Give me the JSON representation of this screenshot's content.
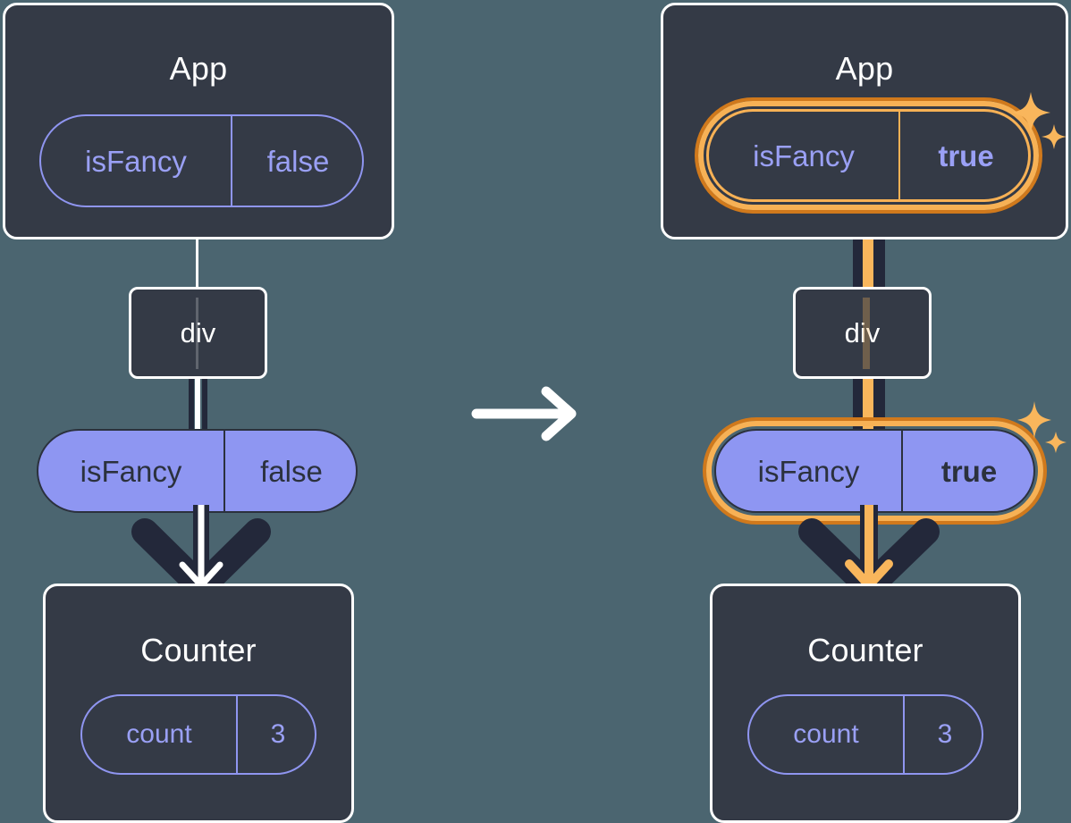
{
  "diagram": {
    "type": "react-state-propagation",
    "background_color": "#4b6570",
    "box_color": "#343a46",
    "pill_purple": "#8e96f2",
    "pill_outline_color": "#8f95f0",
    "highlight_orange": "#f7b155",
    "highlight_orange_dark": "#d0791c",
    "transition_icon": "right-arrow-icon"
  },
  "before": {
    "app": {
      "title": "App",
      "state": {
        "name": "isFancy",
        "value": "false"
      }
    },
    "div": {
      "label": "div"
    },
    "prop": {
      "name": "isFancy",
      "value": "false"
    },
    "counter": {
      "title": "Counter",
      "state": {
        "name": "count",
        "value": "3"
      }
    }
  },
  "after": {
    "app": {
      "title": "App",
      "state": {
        "name": "isFancy",
        "value": "true"
      }
    },
    "div": {
      "label": "div"
    },
    "prop": {
      "name": "isFancy",
      "value": "true"
    },
    "counter": {
      "title": "Counter",
      "state": {
        "name": "count",
        "value": "3"
      }
    },
    "sparkle_icons": [
      "sparkle-icon",
      "sparkle-small-icon"
    ]
  }
}
